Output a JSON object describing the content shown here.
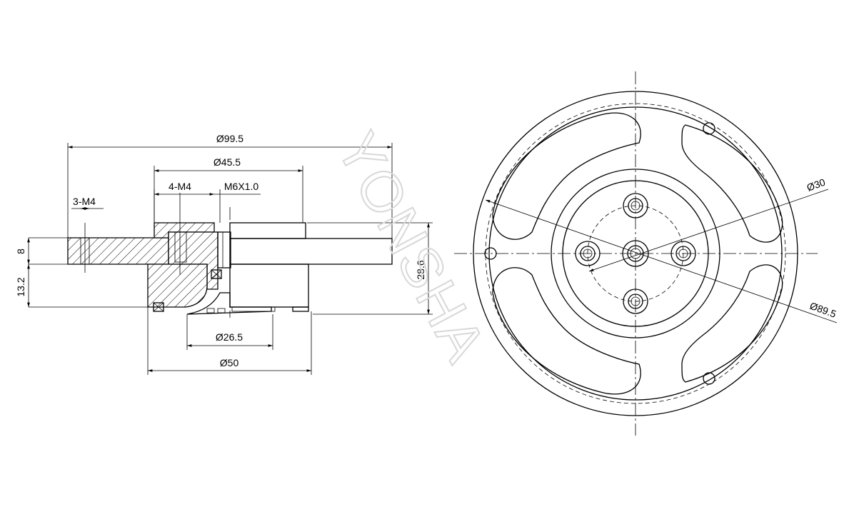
{
  "watermark": "YONSHA",
  "side_view": {
    "dim_overall_dia": "Ø99.5",
    "dim_body_dia": "Ø45.5",
    "dim_threaded_holes": "4-M4",
    "dim_center_thread": "M6X1.0",
    "dim_outer_holes": "3-M4",
    "dim_flange_thickness": "8",
    "dim_lower_height": "13.2",
    "dim_total_height": "28.6",
    "dim_bore_dia": "Ø26.5",
    "dim_base_dia": "Ø50"
  },
  "front_view": {
    "dim_bolt_circle": "Ø30",
    "dim_outer_bolt_circle": "Ø89.5"
  }
}
